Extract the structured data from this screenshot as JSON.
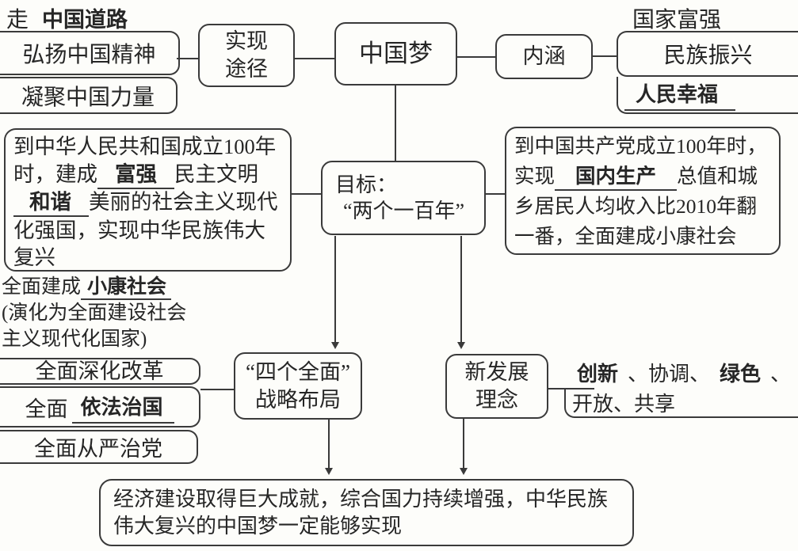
{
  "colors": {
    "ink": "#3a3a3a",
    "paper": "#fdfdfa"
  },
  "nodes": {
    "dream": "中国梦",
    "path": {
      "line1": "实现",
      "line2": "途径"
    },
    "connotation": "内涵",
    "goal": {
      "line1": "目标：",
      "line2": "“两个一百年”"
    },
    "four_comprehensives": {
      "line1": "“四个全面”",
      "line2": "战略布局"
    },
    "new_development": {
      "line1": "新发展",
      "line2": "理念"
    }
  },
  "path_items": {
    "item1_prefix": "走",
    "item1_blank": "中国道路",
    "item2": "弘扬中国精神",
    "item3": "凝聚中国力量"
  },
  "connotation_items": {
    "item1": "国家富强",
    "item2": "民族振兴",
    "item3_blank": "人民幸福"
  },
  "goal_prc": {
    "seg1": "到中华人民共和国成立100年时，建成",
    "blank1": "富强",
    "seg2": "民主文明",
    "blank2": "和谐",
    "seg3": "美丽的社会主义现代化强国，实现中华民族伟大复兴"
  },
  "goal_cpc": {
    "seg1": "到中国共产党成立100年时，实现",
    "blank1": "国内生产",
    "seg2": "总值和城乡居民人均收入比2010年翻一番，全面建成小康社会"
  },
  "xiaokang_note": {
    "seg1": "全面建成",
    "blank1": "小康社会",
    "seg2": "(演化为全面建设社会主义现代化国家)"
  },
  "four_items": {
    "item1": "全面深化改革",
    "item2_prefix": "全面",
    "item2_blank": "依法治国",
    "item3": "全面从严治党"
  },
  "concepts": {
    "blank1": "创新",
    "seg1": "、协调、",
    "blank2": "绿色",
    "seg2": "、",
    "line2": "开放、共享"
  },
  "conclusion": "经济建设取得巨大成就，综合国力持续增强，中华民族伟大复兴的中国梦一定能够实现"
}
